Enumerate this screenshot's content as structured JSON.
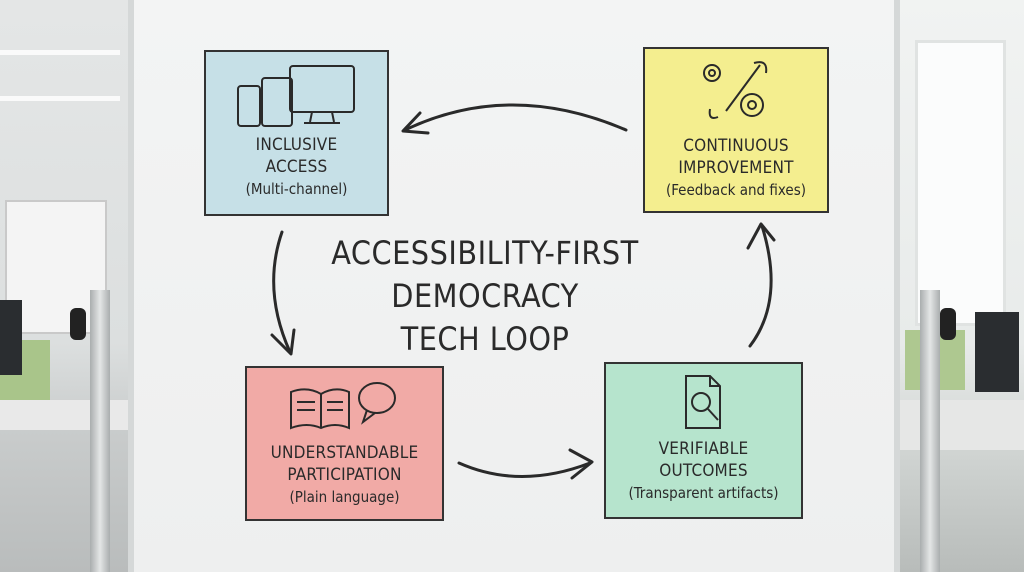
{
  "diagram": {
    "title_lines": [
      "ACCESSIBILITY-FIRST",
      "DEMOCRACY",
      "TECH LOOP"
    ],
    "nodes": [
      {
        "title_lines": [
          "INCLUSIVE",
          "ACCESS"
        ],
        "subtitle": "(Multi-channel)",
        "icon": "devices-icon",
        "color": "#c6e0e7"
      },
      {
        "title_lines": [
          "CONTINUOUS",
          "IMPROVEMENT"
        ],
        "subtitle": "(Feedback and fixes)",
        "icon": "wrench-gears-icon",
        "color": "#f4ee8f"
      },
      {
        "title_lines": [
          "UNDERSTANDABLE",
          "PARTICIPATION"
        ],
        "subtitle": "(Plain language)",
        "icon": "book-speech-icon",
        "color": "#f1aaa6"
      },
      {
        "title_lines": [
          "VERIFIABLE",
          "OUTCOMES"
        ],
        "subtitle": "(Transparent artifacts)",
        "icon": "document-search-icon",
        "color": "#b6e4cd"
      }
    ],
    "edges": [
      {
        "from": "INCLUSIVE ACCESS",
        "to": "UNDERSTANDABLE PARTICIPATION"
      },
      {
        "from": "UNDERSTANDABLE PARTICIPATION",
        "to": "VERIFIABLE OUTCOMES"
      },
      {
        "from": "VERIFIABLE OUTCOMES",
        "to": "CONTINUOUS IMPROVEMENT"
      },
      {
        "from": "CONTINUOUS IMPROVEMENT",
        "to": "INCLUSIVE ACCESS"
      }
    ]
  }
}
